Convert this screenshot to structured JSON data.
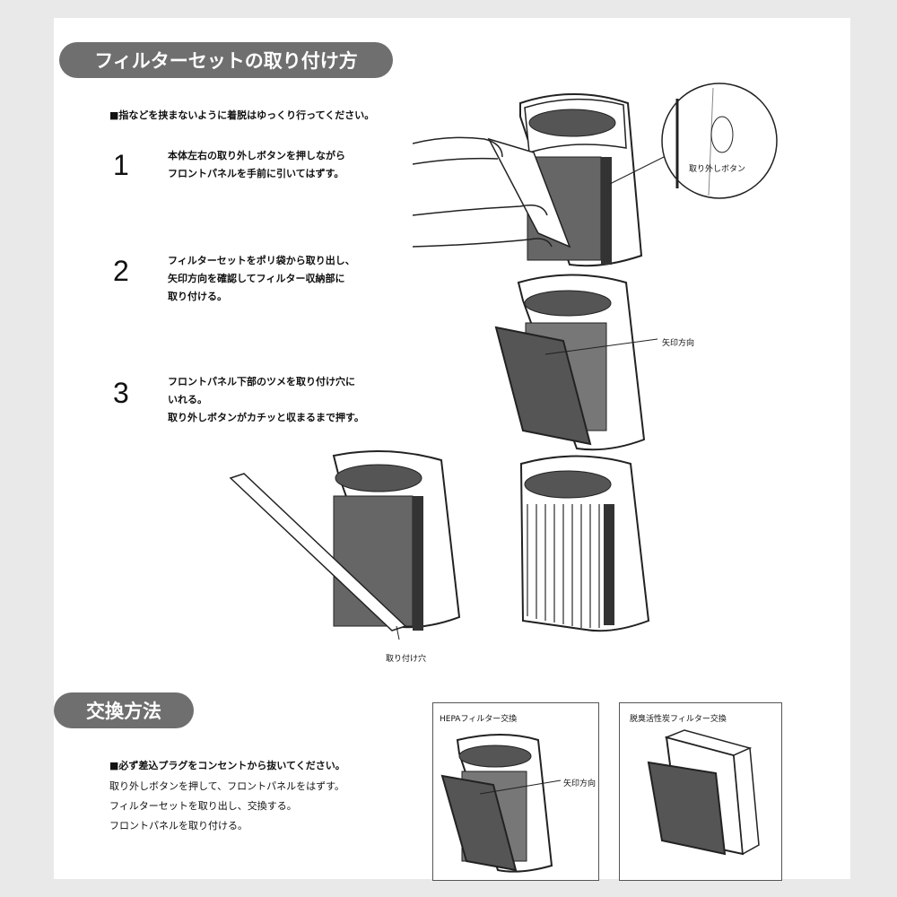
{
  "section1": {
    "title": "フィルターセットの取り付け方",
    "note": "■指などを挟まないように着脱はゆっくり行ってください。",
    "steps": [
      {
        "num": "1",
        "text": "本体左右の取り外しボタンを押しながら\nフロントパネルを手前に引いてはずす。"
      },
      {
        "num": "2",
        "text": "フィルターセットをポリ袋から取り出し、\n矢印方向を確認してフィルター収納部に\n取り付ける。"
      },
      {
        "num": "3",
        "text": "フロントパネル下部のツメを取り付け穴に\nいれる。\n取り外しボタンがカチッと収まるまで押す。"
      }
    ],
    "callouts": {
      "release_button": "取り外しボタン",
      "arrow_direction": "矢印方向",
      "mount_hole": "取り付け穴"
    }
  },
  "section2": {
    "title": "交換方法",
    "note": "■必ず差込プラグをコンセントから抜いてください。",
    "lines": [
      "取り外しボタンを押して、フロントパネルをはずす。",
      "フィルターセットを取り出し、交換する。",
      "フロントパネルを取り付ける。"
    ],
    "box_hepa": {
      "title": "HEPAフィルター交換",
      "callout": "矢印方向"
    },
    "box_carbon": {
      "title": "脱臭活性炭フィルター交換"
    }
  }
}
